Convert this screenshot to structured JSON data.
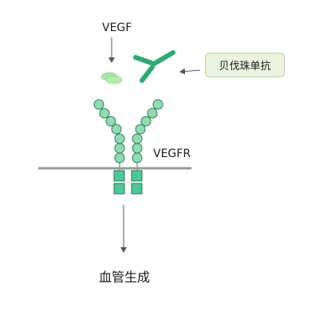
{
  "labels": {
    "vegf": "VEGF",
    "vegfr": "VEGFR",
    "drug": "贝伐珠单抗",
    "outcome": "血管生成"
  },
  "colors": {
    "antibody": "#2eaa72",
    "bead_fill": "#8fdcb1",
    "bead_stroke": "#2e7d57",
    "kinase_fill": "#4fc79a",
    "kinase_stroke": "#1f7a55",
    "vegf_fill": "#a6e5a0",
    "membrane": "#9a9a9a",
    "arrow": "#555555",
    "label_box_fill": "#e9f3df",
    "label_box_stroke": "#b9d79f"
  }
}
